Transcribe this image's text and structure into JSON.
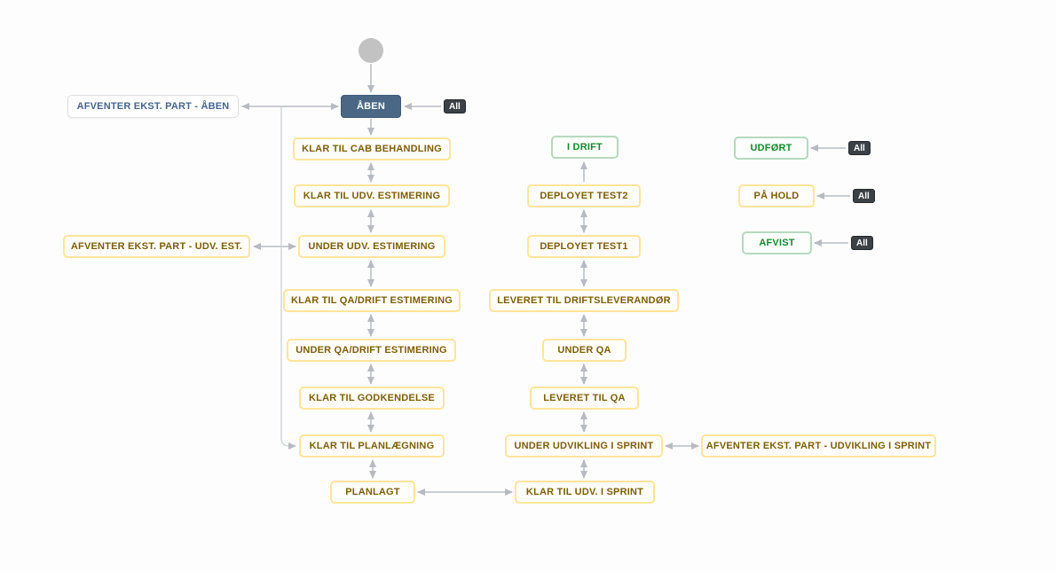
{
  "diagram": {
    "type": "workflow-status-diagram",
    "all_transition_label": "All",
    "colors": {
      "initial_status_bg": "#4A6785",
      "warning_status_text": "#7C5E06",
      "warning_status_border": "#FFE49A",
      "success_status_text": "#14892C",
      "success_status_border": "#B5D9BE",
      "neutral_status_text": "#46648C",
      "transition_badge_bg": "#3C4146",
      "arrow_line": "#C9CDD2",
      "start_node": "#C2C2C2"
    },
    "nodes": [
      {
        "id": "aaben",
        "label": "ÅBEN",
        "category": "initial"
      },
      {
        "id": "afventer-ekst-part-aaben",
        "label": "AFVENTER EKST. PART - ÅBEN",
        "category": "neutral"
      },
      {
        "id": "klar-til-cab-behandling",
        "label": "KLAR TIL CAB BEHANDLING",
        "category": "warning"
      },
      {
        "id": "klar-til-udv-estimering",
        "label": "KLAR TIL UDV. ESTIMERING",
        "category": "warning"
      },
      {
        "id": "under-udv-estimering",
        "label": "UNDER UDV. ESTIMERING",
        "category": "warning"
      },
      {
        "id": "afventer-ekst-part-udv-est",
        "label": "AFVENTER EKST. PART - UDV. EST.",
        "category": "warning"
      },
      {
        "id": "klar-til-qa-drift-estimering",
        "label": "KLAR TIL QA/DRIFT ESTIMERING",
        "category": "warning"
      },
      {
        "id": "under-qa-drift-estimering",
        "label": "UNDER QA/DRIFT ESTIMERING",
        "category": "warning"
      },
      {
        "id": "klar-til-godkendelse",
        "label": "KLAR TIL GODKENDELSE",
        "category": "warning"
      },
      {
        "id": "klar-til-planlaegning",
        "label": "KLAR TIL PLANLÆGNING",
        "category": "warning"
      },
      {
        "id": "planlagt",
        "label": "PLANLAGT",
        "category": "warning"
      },
      {
        "id": "i-drift",
        "label": "I DRIFT",
        "category": "success"
      },
      {
        "id": "deployet-test2",
        "label": "DEPLOYET TEST2",
        "category": "warning"
      },
      {
        "id": "deployet-test1",
        "label": "DEPLOYET TEST1",
        "category": "warning"
      },
      {
        "id": "leveret-til-driftsleverandoer",
        "label": "LEVERET TIL DRIFTSLEVERANDØR",
        "category": "warning"
      },
      {
        "id": "under-qa",
        "label": "UNDER QA",
        "category": "warning"
      },
      {
        "id": "leveret-til-qa",
        "label": "LEVERET TIL QA",
        "category": "warning"
      },
      {
        "id": "under-udvikling-i-sprint",
        "label": "UNDER UDVIKLING I SPRINT",
        "category": "warning"
      },
      {
        "id": "klar-til-udv-i-sprint",
        "label": "KLAR TIL UDV. I SPRINT",
        "category": "warning"
      },
      {
        "id": "afventer-ekst-part-udvikling-i-sprint",
        "label": "AFVENTER EKST. PART - UDVIKLING I SPRINT",
        "category": "warning"
      },
      {
        "id": "udfoert",
        "label": "UDFØRT",
        "category": "success"
      },
      {
        "id": "paa-hold",
        "label": "PÅ HOLD",
        "category": "warning"
      },
      {
        "id": "afvist",
        "label": "AFVIST",
        "category": "success"
      }
    ],
    "transitions": [
      {
        "from": "start",
        "to": "aaben",
        "bidirectional": false
      },
      {
        "from": "all",
        "to": "aaben",
        "bidirectional": false
      },
      {
        "from": "aaben",
        "to": "afventer-ekst-part-aaben",
        "bidirectional": true
      },
      {
        "from": "aaben",
        "to": "klar-til-cab-behandling",
        "bidirectional": false
      },
      {
        "from": "aaben",
        "to": "klar-til-planlaegning",
        "bidirectional": false
      },
      {
        "from": "klar-til-cab-behandling",
        "to": "klar-til-udv-estimering",
        "bidirectional": true
      },
      {
        "from": "klar-til-udv-estimering",
        "to": "under-udv-estimering",
        "bidirectional": true
      },
      {
        "from": "under-udv-estimering",
        "to": "afventer-ekst-part-udv-est",
        "bidirectional": true
      },
      {
        "from": "under-udv-estimering",
        "to": "klar-til-qa-drift-estimering",
        "bidirectional": true
      },
      {
        "from": "klar-til-qa-drift-estimering",
        "to": "under-qa-drift-estimering",
        "bidirectional": true
      },
      {
        "from": "under-qa-drift-estimering",
        "to": "klar-til-godkendelse",
        "bidirectional": true
      },
      {
        "from": "klar-til-godkendelse",
        "to": "klar-til-planlaegning",
        "bidirectional": true
      },
      {
        "from": "klar-til-planlaegning",
        "to": "planlagt",
        "bidirectional": true
      },
      {
        "from": "planlagt",
        "to": "klar-til-udv-i-sprint",
        "bidirectional": true
      },
      {
        "from": "deployet-test2",
        "to": "i-drift",
        "bidirectional": false
      },
      {
        "from": "deployet-test2",
        "to": "deployet-test1",
        "bidirectional": true
      },
      {
        "from": "deployet-test1",
        "to": "leveret-til-driftsleverandoer",
        "bidirectional": true
      },
      {
        "from": "leveret-til-driftsleverandoer",
        "to": "under-qa",
        "bidirectional": true
      },
      {
        "from": "under-qa",
        "to": "leveret-til-qa",
        "bidirectional": true
      },
      {
        "from": "leveret-til-qa",
        "to": "under-udvikling-i-sprint",
        "bidirectional": true
      },
      {
        "from": "under-udvikling-i-sprint",
        "to": "klar-til-udv-i-sprint",
        "bidirectional": true
      },
      {
        "from": "under-udvikling-i-sprint",
        "to": "afventer-ekst-part-udvikling-i-sprint",
        "bidirectional": true
      },
      {
        "from": "all",
        "to": "udfoert",
        "bidirectional": false
      },
      {
        "from": "all",
        "to": "paa-hold",
        "bidirectional": false
      },
      {
        "from": "all",
        "to": "afvist",
        "bidirectional": false
      }
    ]
  }
}
